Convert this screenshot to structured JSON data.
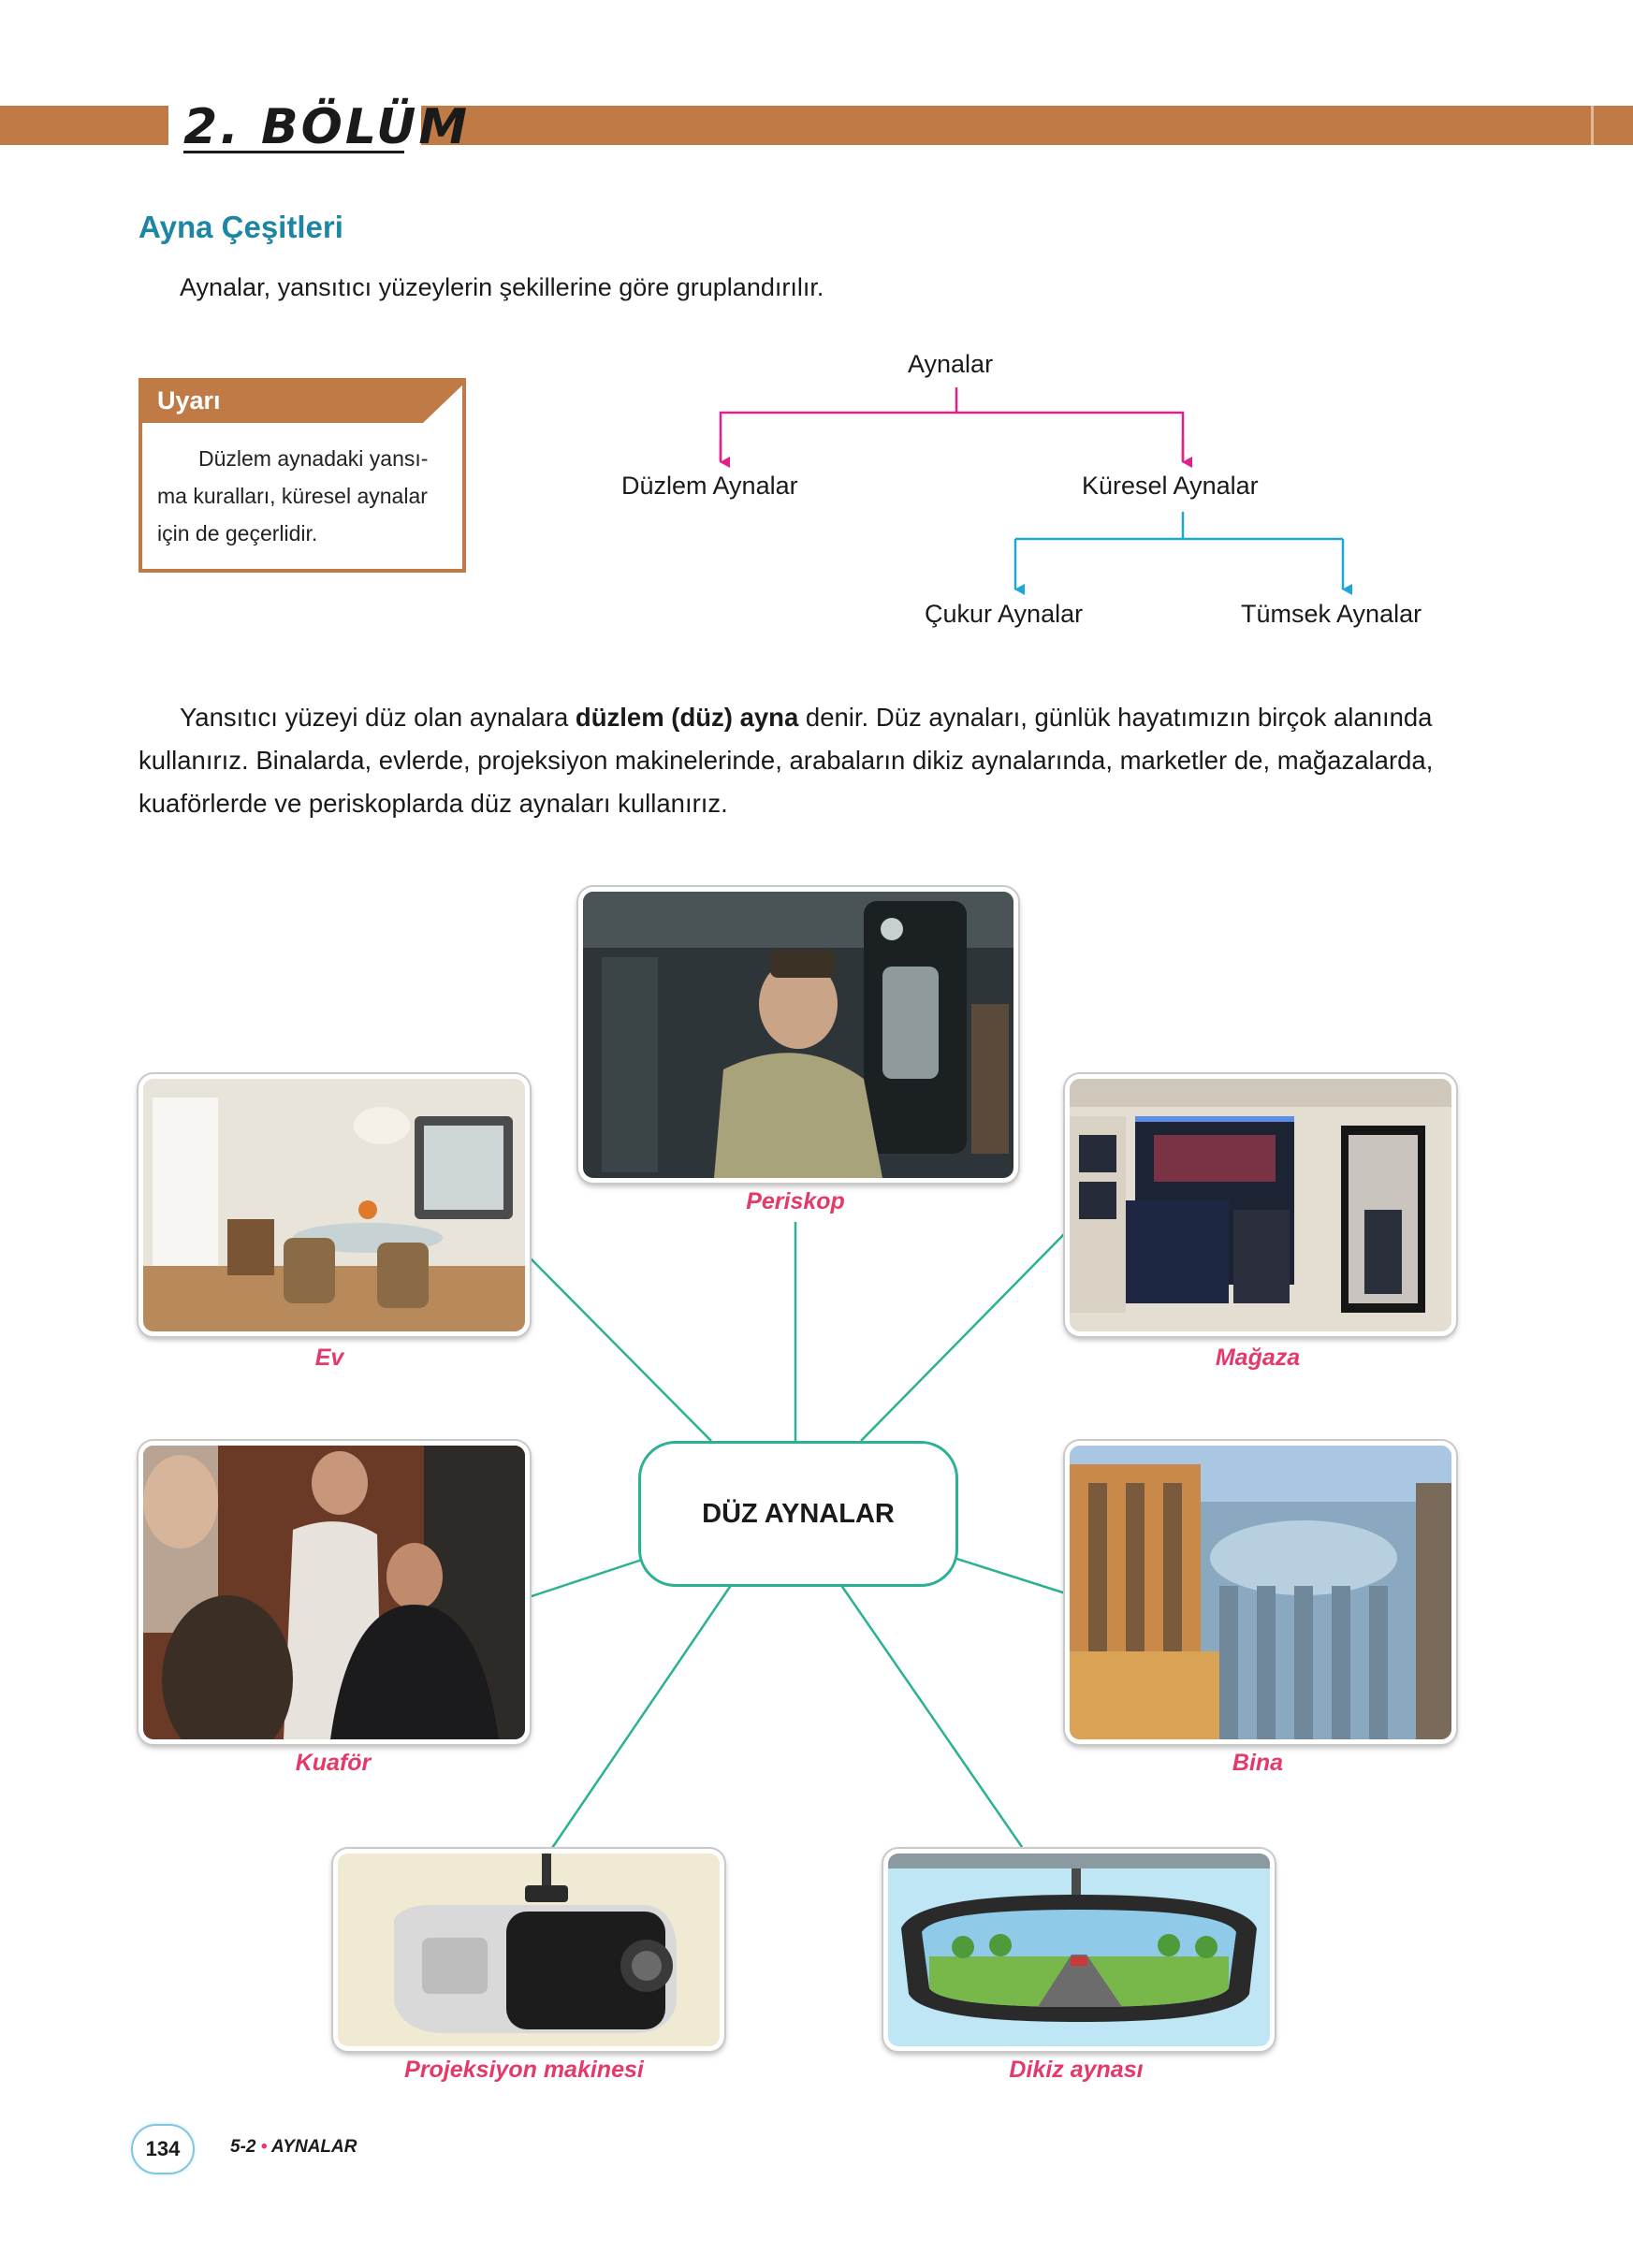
{
  "header": {
    "chapter": "2. BÖLÜM"
  },
  "section": {
    "title": "Ayna Çeşitleri",
    "intro": "Aynalar, yansıtıcı yüzeylerin şekillerine göre gruplandırılır."
  },
  "warning": {
    "title": "Uyarı",
    "lines": [
      "Düzlem aynadaki yansı-",
      "ma kuralları, küresel aynalar",
      "için de geçerlidir."
    ]
  },
  "tree": {
    "root": "Aynalar",
    "left": "Düzlem Aynalar",
    "right": "Küresel Aynalar",
    "right_left": "Çukur Aynalar",
    "right_right": "Tümsek Aynalar",
    "colors": {
      "level1": "#e0218a",
      "level2": "#1fa6d8"
    }
  },
  "paragraph": {
    "part1": "Yansıtıcı yüzeyi düz olan aynalara ",
    "bold": "düzlem (düz) ayna",
    "part2": " denir. Düz aynaları, günlük hayatımızın birçok alanında kullanırız. Binalarda, evlerde, projeksiyon makinelerinde, arabaların dikiz aynalarında, marketler de, mağazalarda, kuaförlerde ve periskoplarda düz aynaları kullanırız."
  },
  "mindmap": {
    "center": "DÜZ AYNALAR",
    "captions": {
      "periskop": "Periskop",
      "ev": "Ev",
      "magaza": "Mağaza",
      "kuafor": "Kuaför",
      "bina": "Bina",
      "projeksiyon": "Projeksiyon makinesi",
      "dikiz": "Dikiz aynası"
    },
    "colors": {
      "connector": "#2bb193",
      "caption": "#e33a6a"
    }
  },
  "footer": {
    "page": "134",
    "unit": "5-2",
    "bullet": "•",
    "topic": "AYNALAR"
  }
}
